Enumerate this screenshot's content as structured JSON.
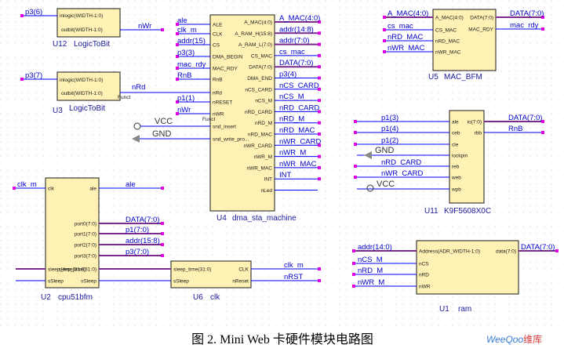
{
  "caption": "图 2. Mini Web 卡硬件模块电路图",
  "watermark": {
    "part1": "WeeQoo",
    "part2": "维库"
  },
  "colors": {
    "block_fill": "#fff0b4",
    "wire": "#0000ff",
    "bus": "#7a2b8c",
    "pin": "#e000e0",
    "net_label": "#0000c8"
  },
  "u12": {
    "instance": "U12",
    "name": "LogicToBit",
    "pin_in": "inlogic(WIDTH-1:0)",
    "pin_out": "outbit(WIDTH-1:0)",
    "net_in": "p3(6)",
    "net_out": "nWr"
  },
  "u3": {
    "instance": "U3",
    "name": "LogicToBit",
    "pin_in": "inlogic(WIDTH-1:0)",
    "pin_out": "outbit(WIDTH-1:0)",
    "net_in": "p3(7)",
    "net_out": "nRd",
    "funct": "Funct"
  },
  "u4": {
    "instance": "U4",
    "name": "dma_sta_machine",
    "funct": "Funct",
    "left_pins": [
      "ALE",
      "CLK",
      "CS",
      "DMA_BEGIN",
      "MAC_RDY",
      "RnB",
      "nRd",
      "nRESET",
      "nWR",
      "snd_insert",
      "snd_write_pro..."
    ],
    "left_nets": [
      "ale",
      "clk_m",
      "addr(15)",
      "p3(3)",
      "mac_rdy",
      "RnB",
      "",
      "p1(1)",
      "nWr",
      "",
      ""
    ],
    "right_pins": [
      "A_MAC(4:0)",
      "A_RAM_H(15:8)",
      "A_RAM_L(7:0)",
      "CS_MAC",
      "DATA(7:0)",
      "DMA_END",
      "nCS_CARD",
      "nCS_M",
      "nRD_CARD",
      "nRD_M",
      "nRD_MAC",
      "nWR_CARD",
      "nWR_M",
      "nWR_MAC",
      "INT",
      "nLed"
    ],
    "right_nets": [
      "A_MAC(4:0)",
      "addr(14:8)",
      "addr(7:0)",
      "cs_mac",
      "DATA(7:0)",
      "p3(4)",
      "nCS_CARD",
      "nCS_M",
      "nRD_CARD",
      "nRD_M",
      "nRD_MAC",
      "nWR_CARD",
      "nWR_M",
      "nWR_MAC",
      "INT",
      ""
    ]
  },
  "u5": {
    "instance": "U5",
    "name": "MAC_BFM",
    "left_pins": [
      "A_MAC(4:0)",
      "CS_MAC",
      "nRD_MAC",
      "nWR_MAC"
    ],
    "left_nets": [
      "A_MAC(4:0)",
      "cs_mac",
      "nRD_MAC",
      "nWR_MAC"
    ],
    "right_pins": [
      "DATA(7:0)",
      "MAC_RDY"
    ],
    "right_nets": [
      "DATA(7:0)",
      "mac_rdy"
    ]
  },
  "u11": {
    "instance": "U11",
    "name": "K9F5608X0C",
    "left_pins": [
      "ale",
      "ceb",
      "cle",
      "iockpin",
      "reb",
      "web",
      "wpb"
    ],
    "left_nets": [
      "p1(3)",
      "p1(4)",
      "p1(2)",
      "",
      "nRD_CARD",
      "nWR_CARD",
      ""
    ],
    "right_pins": [
      "io(7:0)",
      "rbb"
    ],
    "right_nets": [
      "DATA(7:0)",
      "RnB"
    ]
  },
  "u2": {
    "instance": "U2",
    "name": "cpu51bfm",
    "left_pins": [
      "clk",
      "sleep_time(31:0)",
      "sSleep"
    ],
    "left_nets": [
      "clk_m",
      "",
      ""
    ],
    "right_pins": [
      "ale",
      "port0(7:0)",
      "port1(7:0)",
      "port2(7:0)",
      "port3(7:0)",
      "sleep_time(31:0)",
      "sSleep"
    ],
    "right_nets": [
      "ale",
      "DATA(7:0)",
      "p1(7:0)",
      "addr(15:8)",
      "p3(7:0)",
      "",
      ""
    ]
  },
  "u6": {
    "instance": "U6",
    "name": "clk",
    "left_pins": [
      "sleep_time(31:0)",
      "sSleep"
    ],
    "right_pins": [
      "CLK",
      "nReset"
    ],
    "right_nets": [
      "clk_m",
      "nRST"
    ]
  },
  "u1": {
    "instance": "U1",
    "name": "ram",
    "left_pins": [
      "Address(ADR_WIDTH-1:0)",
      "nCS",
      "nRD",
      "nWR"
    ],
    "left_nets": [
      "addr(14:0)",
      "nCS_M",
      "nRD_M",
      "nWR_M"
    ],
    "right_pins": [
      "data(7:0)"
    ],
    "right_nets": [
      "DATA(7:0)"
    ]
  },
  "power": {
    "vcc": "VCC",
    "gnd": "GND"
  }
}
